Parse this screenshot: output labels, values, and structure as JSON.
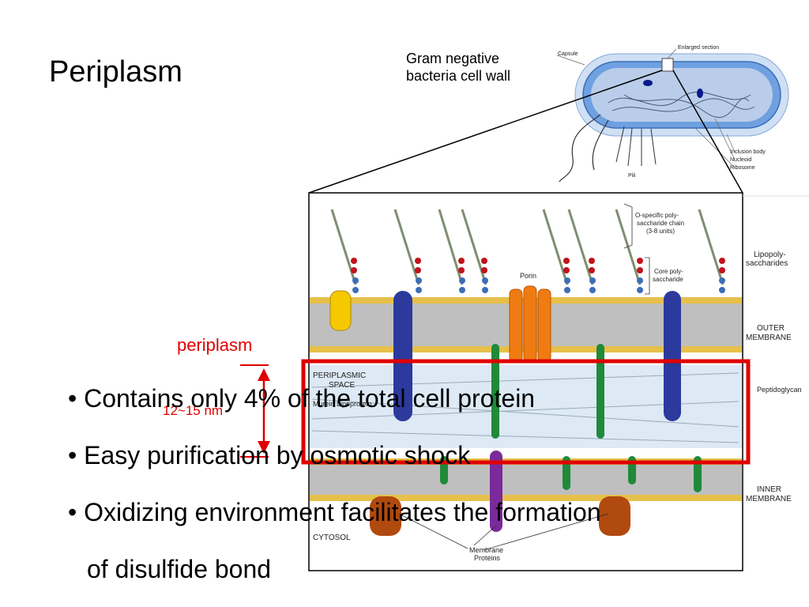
{
  "title": "Periplasm",
  "cell_caption": [
    "Gram negative",
    "bacteria cell wall"
  ],
  "cell_labels": {
    "capsule": "Capsule",
    "enlarged_section": "Enlarged section",
    "inclusion_body": "Inclusion body",
    "nucleoid": "Nucleoid",
    "ribosome": "Ribosome",
    "pili": "Pili"
  },
  "membrane_labels": {
    "o_specific": [
      "O-specific poly-",
      "saccharide chain",
      "(3-8 units)"
    ],
    "core": [
      "Core poly-",
      "saccharide"
    ],
    "porin": "Porin",
    "lipopolysaccharides": [
      "Lipopoly-",
      "saccharides"
    ],
    "outer_membrane": [
      "OUTER",
      "MEMBRANE"
    ],
    "periplasmic_space": [
      "PERIPLASMIC",
      "SPACE"
    ],
    "murein_lipoprotein": "Murein Lipoprotein",
    "peptidoglycan": "Peptidoglycan",
    "inner_membrane": [
      "INNER",
      "MEMBRANE"
    ],
    "cytosol": "CYTOSOL",
    "membrane_proteins": [
      "Membrane",
      "Proteins"
    ]
  },
  "periplasm_label": "periplasm",
  "thickness_label": "12~15 nm",
  "bullets": [
    "• Contains only 4% of the total cell protein",
    "• Easy purification by osmotic shock",
    "• Oxidizing environment facilitates the formation"
  ],
  "bullet_3_cont": "of disulfide bond",
  "colors": {
    "highlight": "#e00000",
    "outer_protein": "#2b3a9c",
    "porin": "#f07b12",
    "lipoprotein": "#1f8a3a",
    "inner_purple": "#7a2a9a",
    "inner_brown": "#b04a0e",
    "peptidoglycan_bg": "#dde9f5"
  }
}
